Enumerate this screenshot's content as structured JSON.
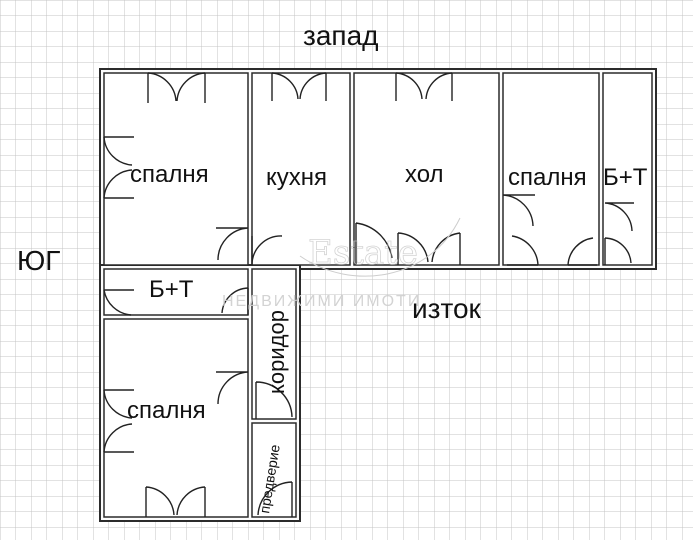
{
  "compass": {
    "west": "запад",
    "east": "изток",
    "south": "юг"
  },
  "rooms": {
    "bedroom_top_left": "спалня",
    "kitchen": "кухня",
    "hall": "хол",
    "bedroom_top_right": "спалня",
    "bath_top_right": "Б+Т",
    "bath_left": "Б+Т",
    "bedroom_bottom_left": "спалня",
    "corridor": "коридор",
    "entrance": "предверие"
  },
  "colors": {
    "grid": "#c4c4c4",
    "wall": "#2b2b2b",
    "text": "#111111"
  }
}
